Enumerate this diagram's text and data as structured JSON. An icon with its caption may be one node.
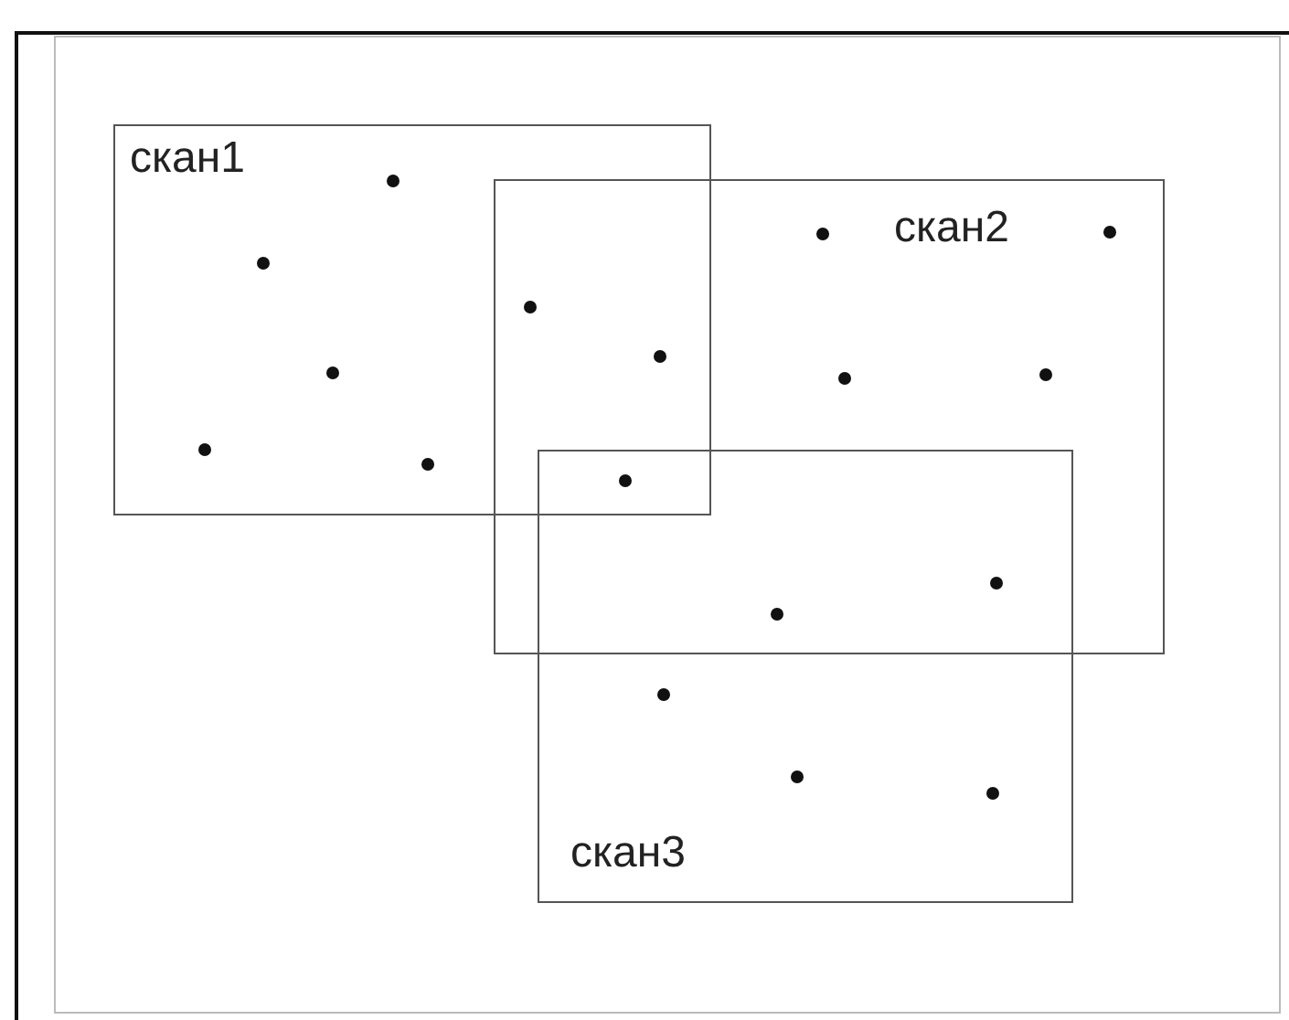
{
  "diagram": {
    "nodes": [
      {
        "text": [
          "скан1"
        ]
      },
      {
        "text": [
          "скан2"
        ]
      },
      {
        "text": [
          "скан3"
        ]
      }
    ],
    "edges": []
  }
}
